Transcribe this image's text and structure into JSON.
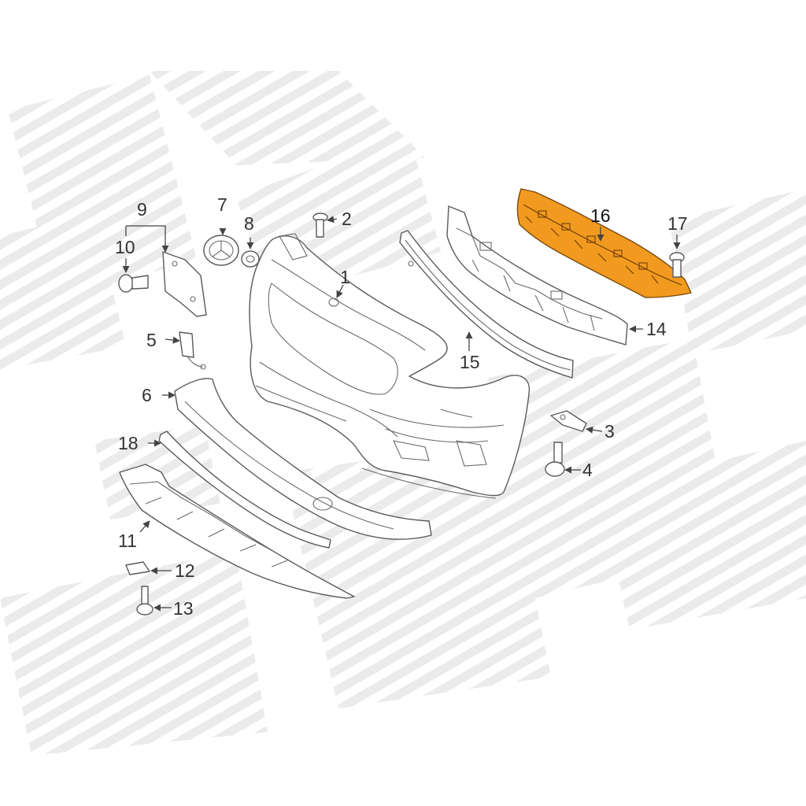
{
  "diagram": {
    "highlighted_part": "16",
    "highlight_color": "#f29a1f",
    "callouts": [
      "1",
      "2",
      "3",
      "4",
      "5",
      "6",
      "7",
      "8",
      "9",
      "10",
      "11",
      "12",
      "13",
      "14",
      "15",
      "16",
      "17",
      "18"
    ]
  }
}
